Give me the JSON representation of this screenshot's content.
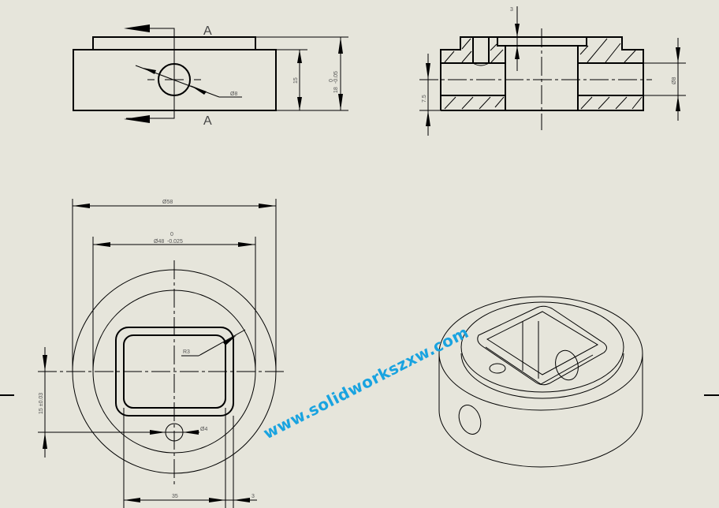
{
  "drawing": {
    "background_color": "#e6e5db",
    "line_color": "#000000",
    "views": {
      "front_view": {
        "section_letter_top": "A",
        "section_letter_bottom": "A",
        "hole_dim": "Ø8",
        "height_dim": "15",
        "total_height_dim_nominal": "18",
        "total_height_tol_upper": "0",
        "total_height_tol_lower": "-0.05"
      },
      "section_view": {
        "top_step_dim": "3",
        "left_height_dim": "7.5",
        "bore_dim": "Ø8"
      },
      "top_view": {
        "outer_diameter_dim": "Ø58",
        "inner_diameter_nominal": "Ø48",
        "inner_diameter_tol_upper": "0",
        "inner_diameter_tol_lower": "-0.025",
        "corner_radius_dim": "R3",
        "small_hole_dim": "Ø4",
        "offset_dim": "15 ±0.03",
        "pocket_width_dim": "35",
        "wall_dim": "3"
      },
      "isometric_view": {
        "label": "isometric-3d-view"
      }
    },
    "watermark": {
      "text": "www.solidworkszxw.com",
      "color": "#19a3e0"
    }
  }
}
